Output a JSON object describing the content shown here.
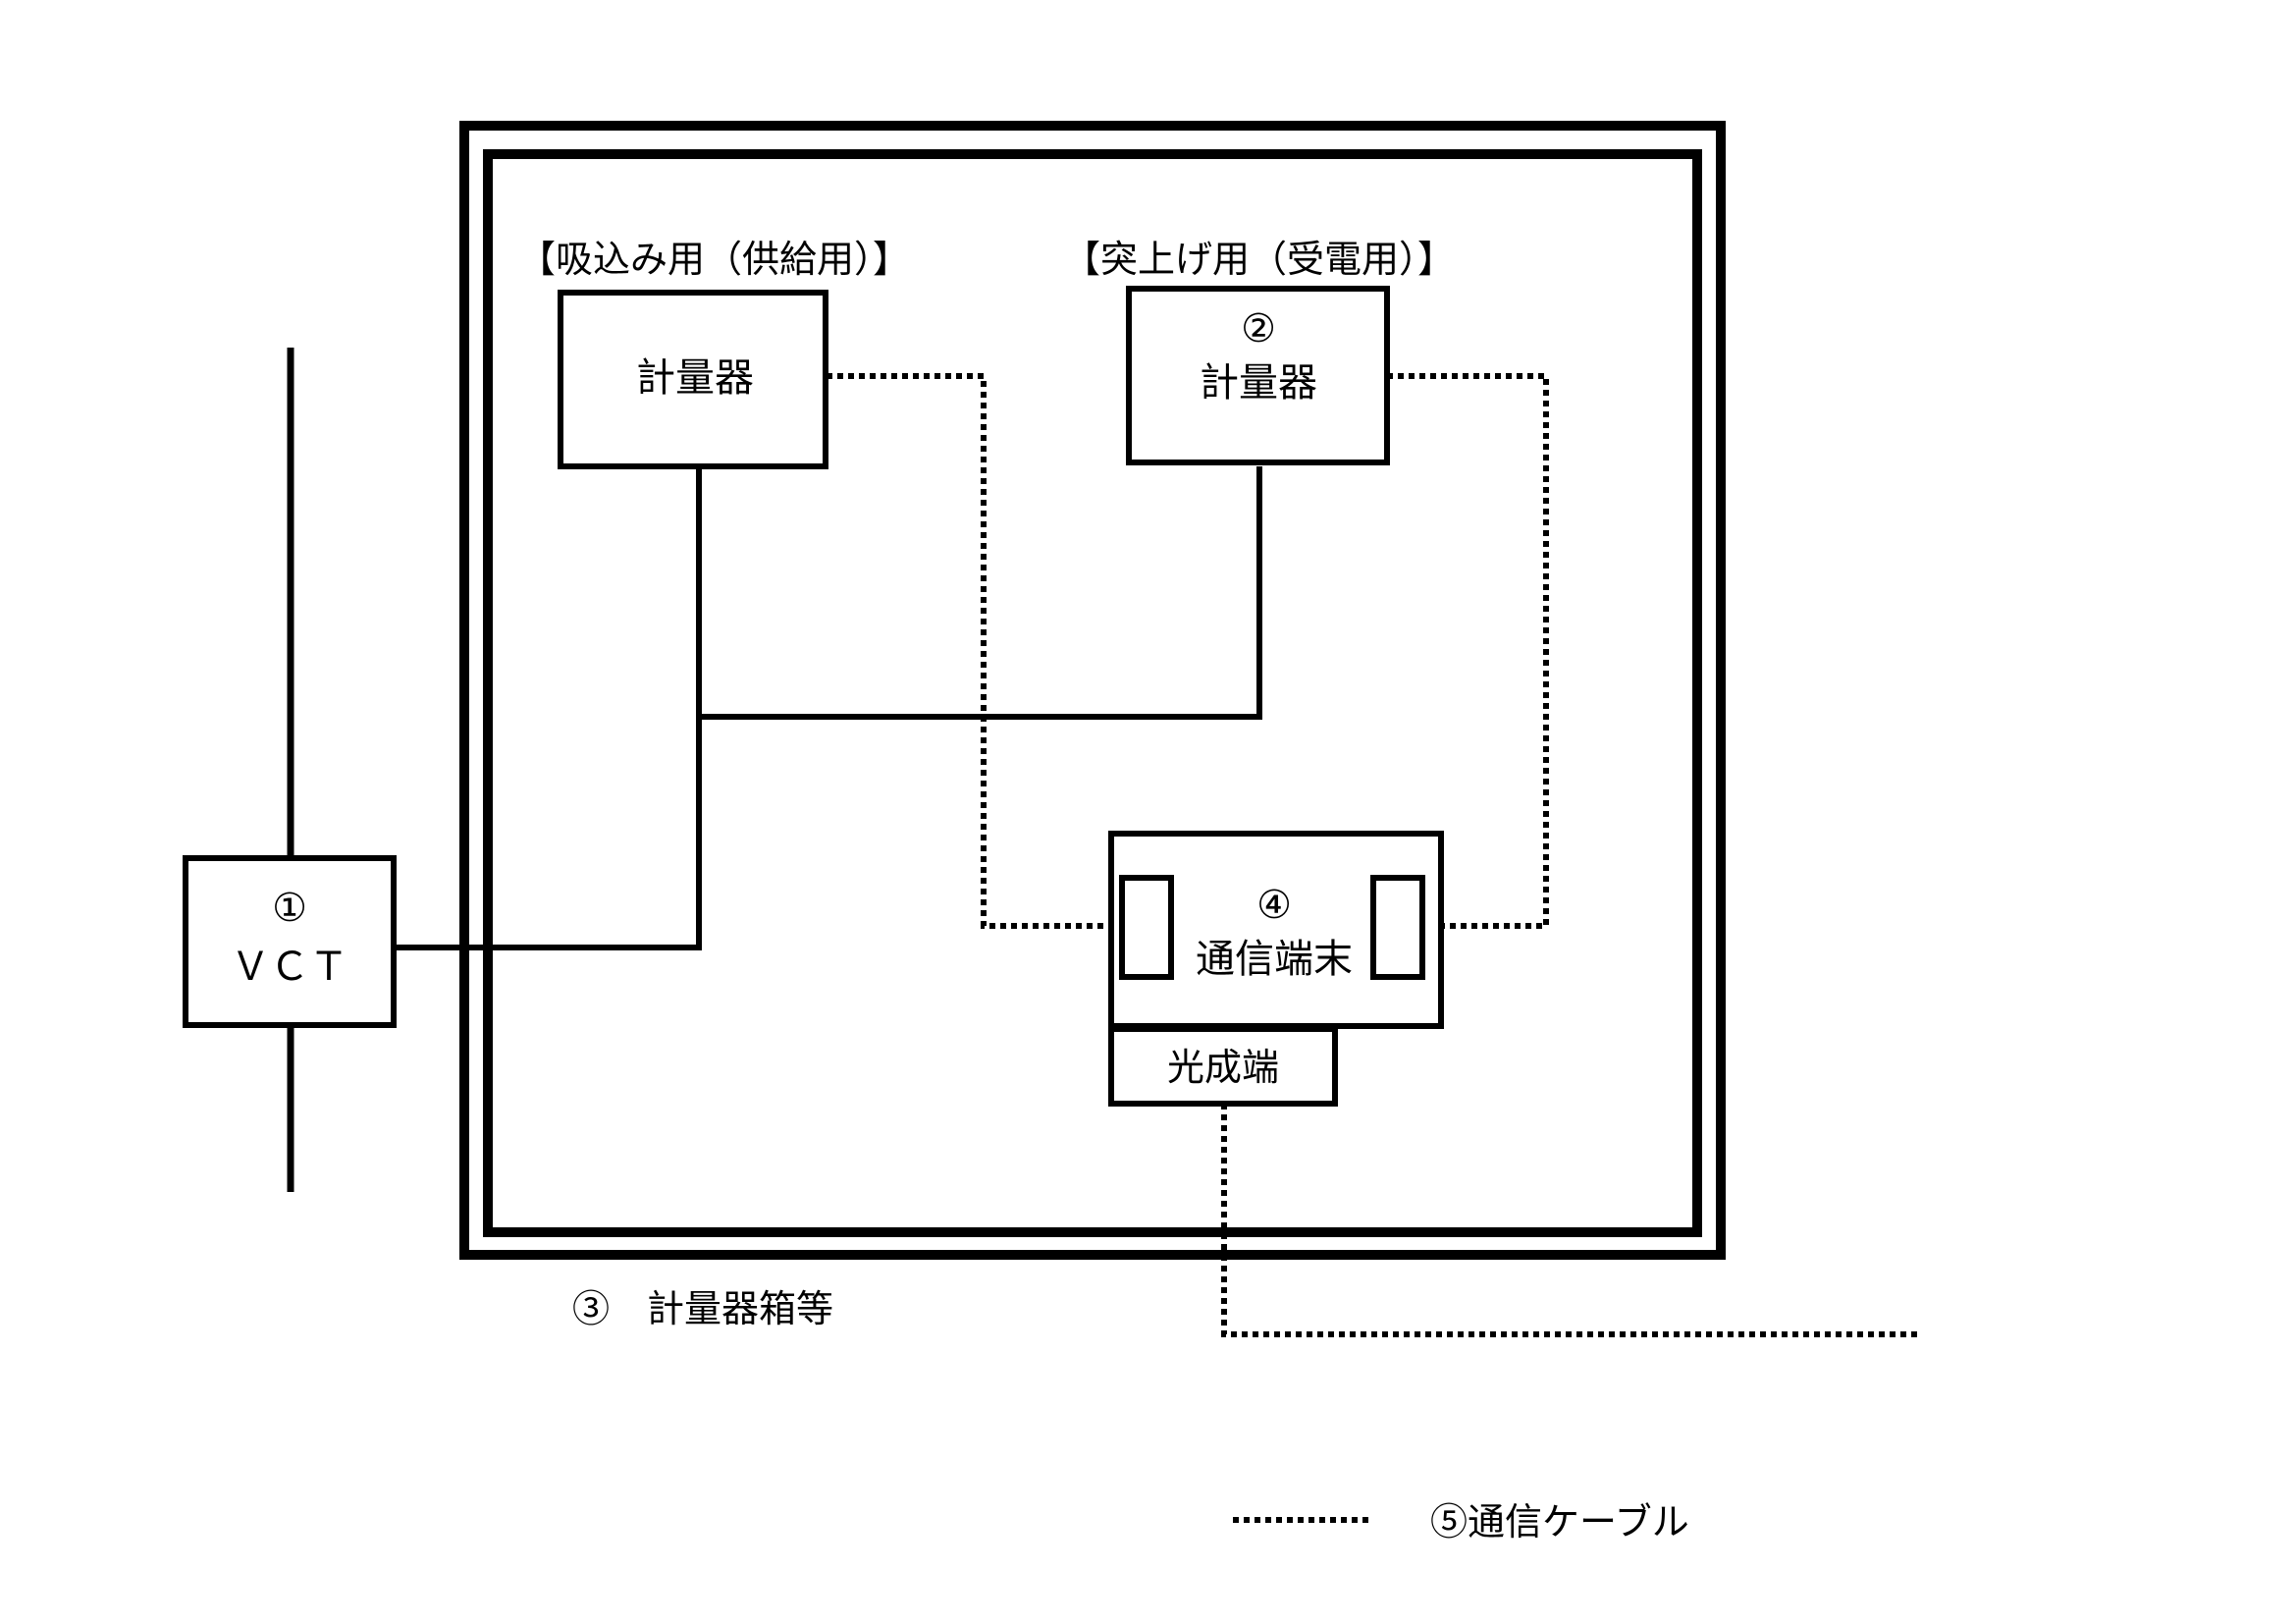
{
  "labels": {
    "supply_heading": "【吸込み用（供給用）】",
    "receive_heading": "【突上げ用（受電用）】",
    "meter_supply": "計量器",
    "meter_receive_number": "②",
    "meter_receive": "計量器",
    "vct_number": "①",
    "vct": "ＶＣＴ",
    "terminal_number": "④",
    "terminal": "通信端末",
    "optical_terminal": "光成端",
    "meter_box": "③　計量器箱等",
    "legend_cable": "⑤通信ケーブル"
  },
  "colors": {
    "line": "#000000",
    "background": "#ffffff"
  }
}
